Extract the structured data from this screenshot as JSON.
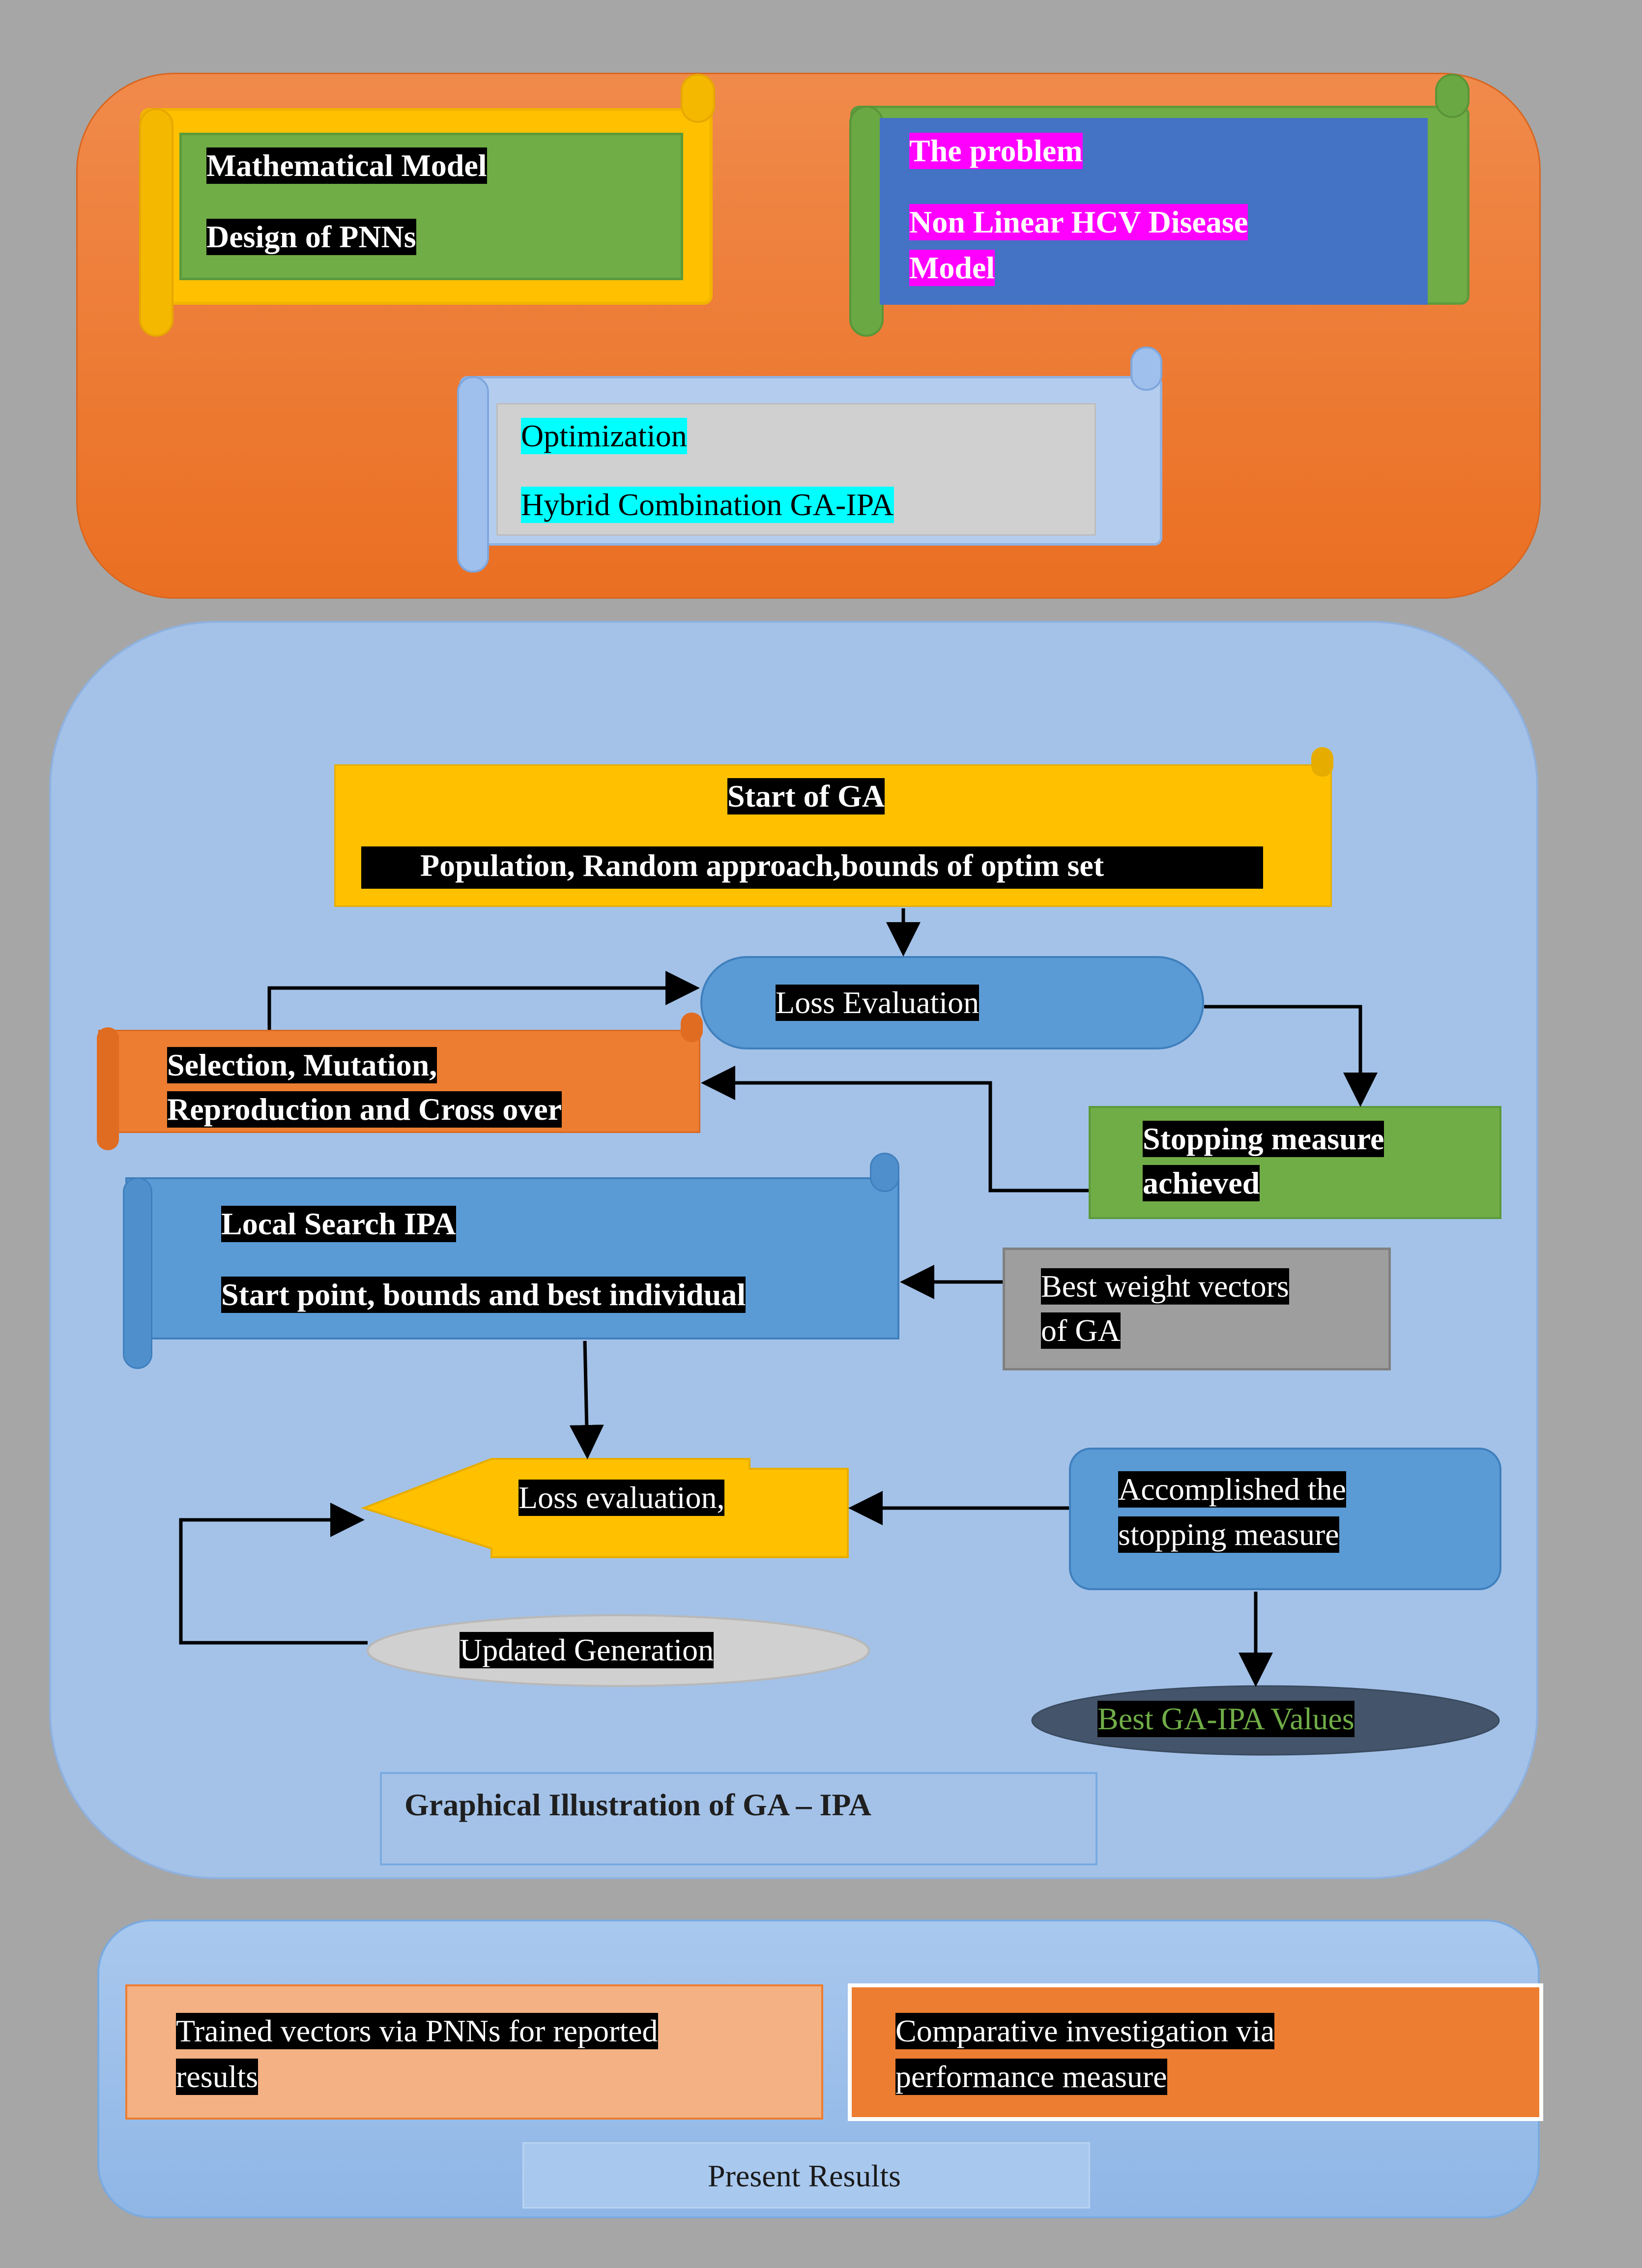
{
  "panels": {
    "top": {
      "card_model": {
        "line1": "Mathematical Model",
        "line2": "Design of  PNNs"
      },
      "card_problem": {
        "line1": "The problem",
        "line2": "Non Linear HCV  Disease",
        "line3": "Model"
      },
      "card_optimization": {
        "line1": "Optimization",
        "line2": "Hybrid Combination GA-IPA"
      }
    },
    "middle": {
      "start_ga": {
        "title": "Start of GA",
        "subtitle": "Population, Random approach,bounds of optim set"
      },
      "loss_evaluation": "Loss Evaluation",
      "selection": {
        "line1": "Selection, Mutation,",
        "line2": "Reproduction and Cross over"
      },
      "stopping": {
        "line1": "Stopping measure",
        "line2": "achieved"
      },
      "local_search": {
        "line1": "Local Search IPA",
        "line2": "Start point, bounds and best individual"
      },
      "best_weight": {
        "line1": "Best weight vectors",
        "line2": "of GA"
      },
      "loss_eval2": "Loss evaluation,",
      "accomplished": {
        "line1": "Accomplished the",
        "line2": "stopping measure"
      },
      "updated_generation": "Updated Generation",
      "best_values": "Best GA-IPA Values",
      "caption": "Graphical Illustration of GA – IPA"
    },
    "bottom": {
      "trained": {
        "line1": "Trained vectors via PNNs for reported",
        "line2": "results"
      },
      "comparative": {
        "line1": "Comparative investigation via",
        "line2": "performance measure"
      },
      "present": "Present Results"
    }
  },
  "colors": {
    "background": "#a6a6a6",
    "top_panel": "#ef7b35",
    "middle_panel": "#a4c2e8",
    "bottom_panel": "#9dc0e8",
    "yellow": "#ffc000",
    "green": "#70ad47",
    "blue": "#4472c4",
    "accent_blue": "#5b9bd5",
    "orange": "#ed7d31",
    "magenta": "#ff00ff",
    "cyan": "#00ffff",
    "salmon": "#f4b183"
  }
}
